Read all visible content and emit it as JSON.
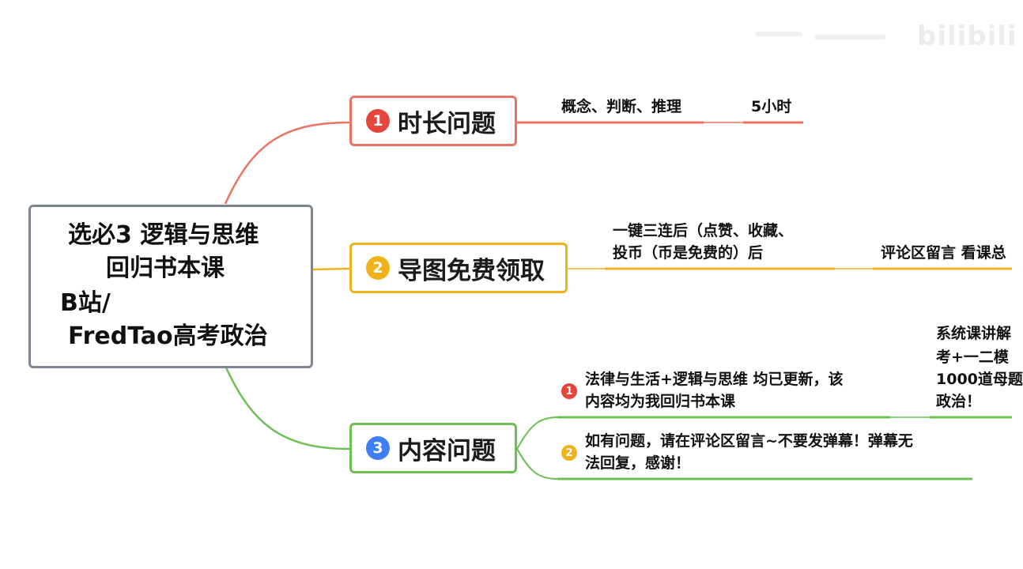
{
  "watermark": {
    "text": "bilibili"
  },
  "root": {
    "lines": [
      "选必3 逻辑与思维",
      "回归书本课",
      "B站/",
      "FredTao高考政治"
    ]
  },
  "branches": [
    {
      "num": "1",
      "title": "时长问题",
      "color": "#e97462",
      "leaves": [
        {
          "lines": [
            "概念、判断、推理"
          ]
        },
        {
          "lines": [
            "5小时"
          ]
        }
      ]
    },
    {
      "num": "2",
      "title": "导图免费领取",
      "color": "#f0b21a",
      "leaves": [
        {
          "lines": [
            "一键三连后（点赞、收藏、",
            "投币（币是免费的）后"
          ]
        },
        {
          "lines": [
            "评论区留言 看课总"
          ]
        }
      ]
    },
    {
      "num": "3",
      "title": "内容问题",
      "color": "#6cbf55",
      "leaves": [
        {
          "num": "1",
          "num_color": "#e4463b",
          "lines": [
            "法律与生活+逻辑与思维 均已更新，该",
            "内容均为我回归书本课"
          ]
        },
        {
          "num": "2",
          "num_color": "#f0b21a",
          "lines": [
            "如有问题，请在评论区留言~不要发弹幕！弹幕无",
            "法回复，感谢！"
          ]
        },
        {
          "lines": [
            "系统课讲解",
            "考+一二模",
            "1000道母题",
            "政治！"
          ]
        }
      ]
    }
  ],
  "colors": {
    "branch1": "#e97462",
    "branch2": "#f0b21a",
    "branch3": "#6cbf55",
    "blue_badge": "#3d7ef0"
  }
}
